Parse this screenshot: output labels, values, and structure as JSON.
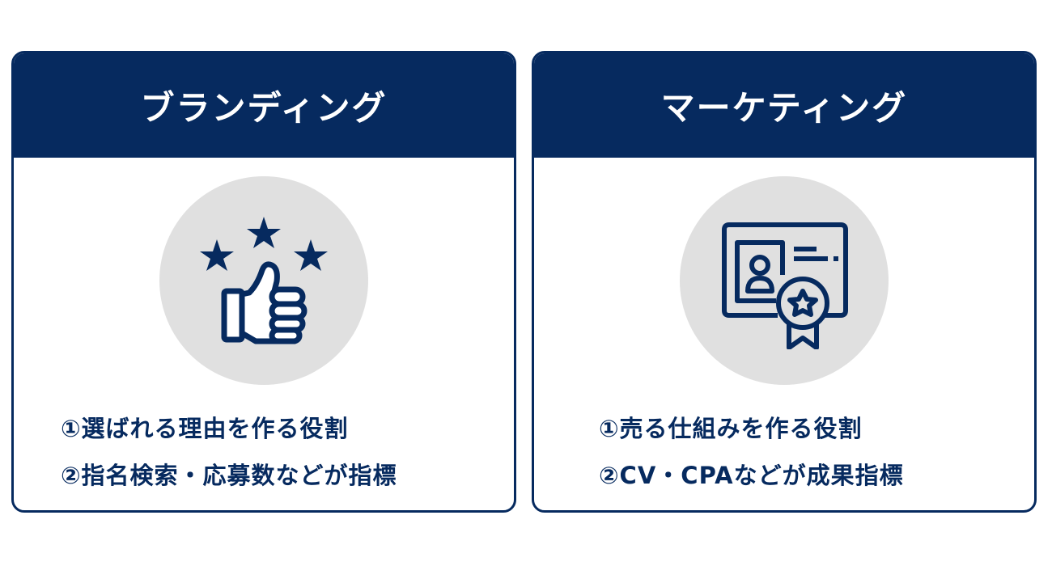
{
  "colors": {
    "navy": "#062a5f",
    "circle": "#e0e0e0"
  },
  "cards": [
    {
      "title": "ブランディング",
      "icon": "thumbs-up-stars-icon",
      "points": [
        "①選ばれる理由を作る役割",
        "②指名検索・応募数などが指標"
      ]
    },
    {
      "title": "マーケティング",
      "icon": "certificate-badge-icon",
      "points": [
        "①売る仕組みを作る役割",
        "②CV・CPAなどが成果指標"
      ]
    }
  ]
}
